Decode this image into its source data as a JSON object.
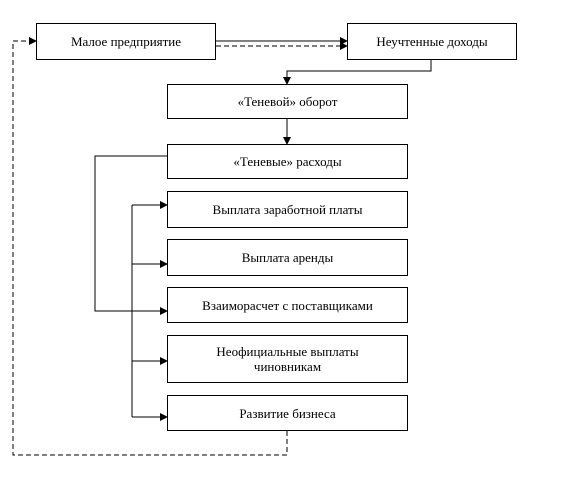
{
  "nodes": {
    "small_business": "Малое предприятие",
    "unrecorded_income": "Неучтенные доходы",
    "shadow_turnover": "«Теневой» оборот",
    "shadow_expenses": "«Теневые» расходы",
    "wages": "Выплата заработной платы",
    "rent": "Выплата аренды",
    "suppliers": "Взаиморасчет с поставщиками",
    "officials_line1": "Неофициальные выплаты",
    "officials_line2": "чиновникам",
    "development": "Развитие бизнеса"
  },
  "edges": [
    {
      "from": "small_business",
      "to": "unrecorded_income",
      "style": "solid"
    },
    {
      "from": "small_business",
      "to": "unrecorded_income",
      "style": "dashed"
    },
    {
      "from": "unrecorded_income",
      "to": "shadow_turnover",
      "style": "solid"
    },
    {
      "from": "shadow_turnover",
      "to": "shadow_expenses",
      "style": "solid"
    },
    {
      "from": "shadow_expenses",
      "to": "wages",
      "style": "solid"
    },
    {
      "from": "shadow_expenses",
      "to": "rent",
      "style": "solid"
    },
    {
      "from": "shadow_expenses",
      "to": "suppliers",
      "style": "solid"
    },
    {
      "from": "shadow_expenses",
      "to": "officials",
      "style": "solid"
    },
    {
      "from": "shadow_expenses",
      "to": "development",
      "style": "solid"
    },
    {
      "from": "development",
      "to": "small_business",
      "style": "dashed"
    }
  ],
  "colors": {
    "line": "#000000",
    "box_border": "#000000",
    "background": "#ffffff"
  }
}
